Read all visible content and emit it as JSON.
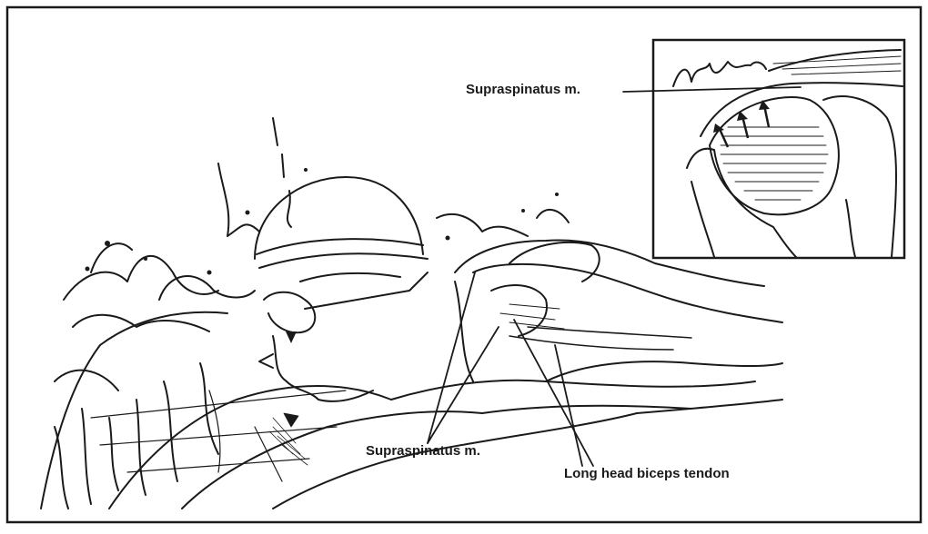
{
  "labels": {
    "inset_label": "Supraspinatus m.",
    "main_label": "Supraspinatus m.",
    "tendon_label": "Long head biceps tendon"
  },
  "colors": {
    "ink": "#1a1a1a",
    "paper": "#ffffff"
  }
}
